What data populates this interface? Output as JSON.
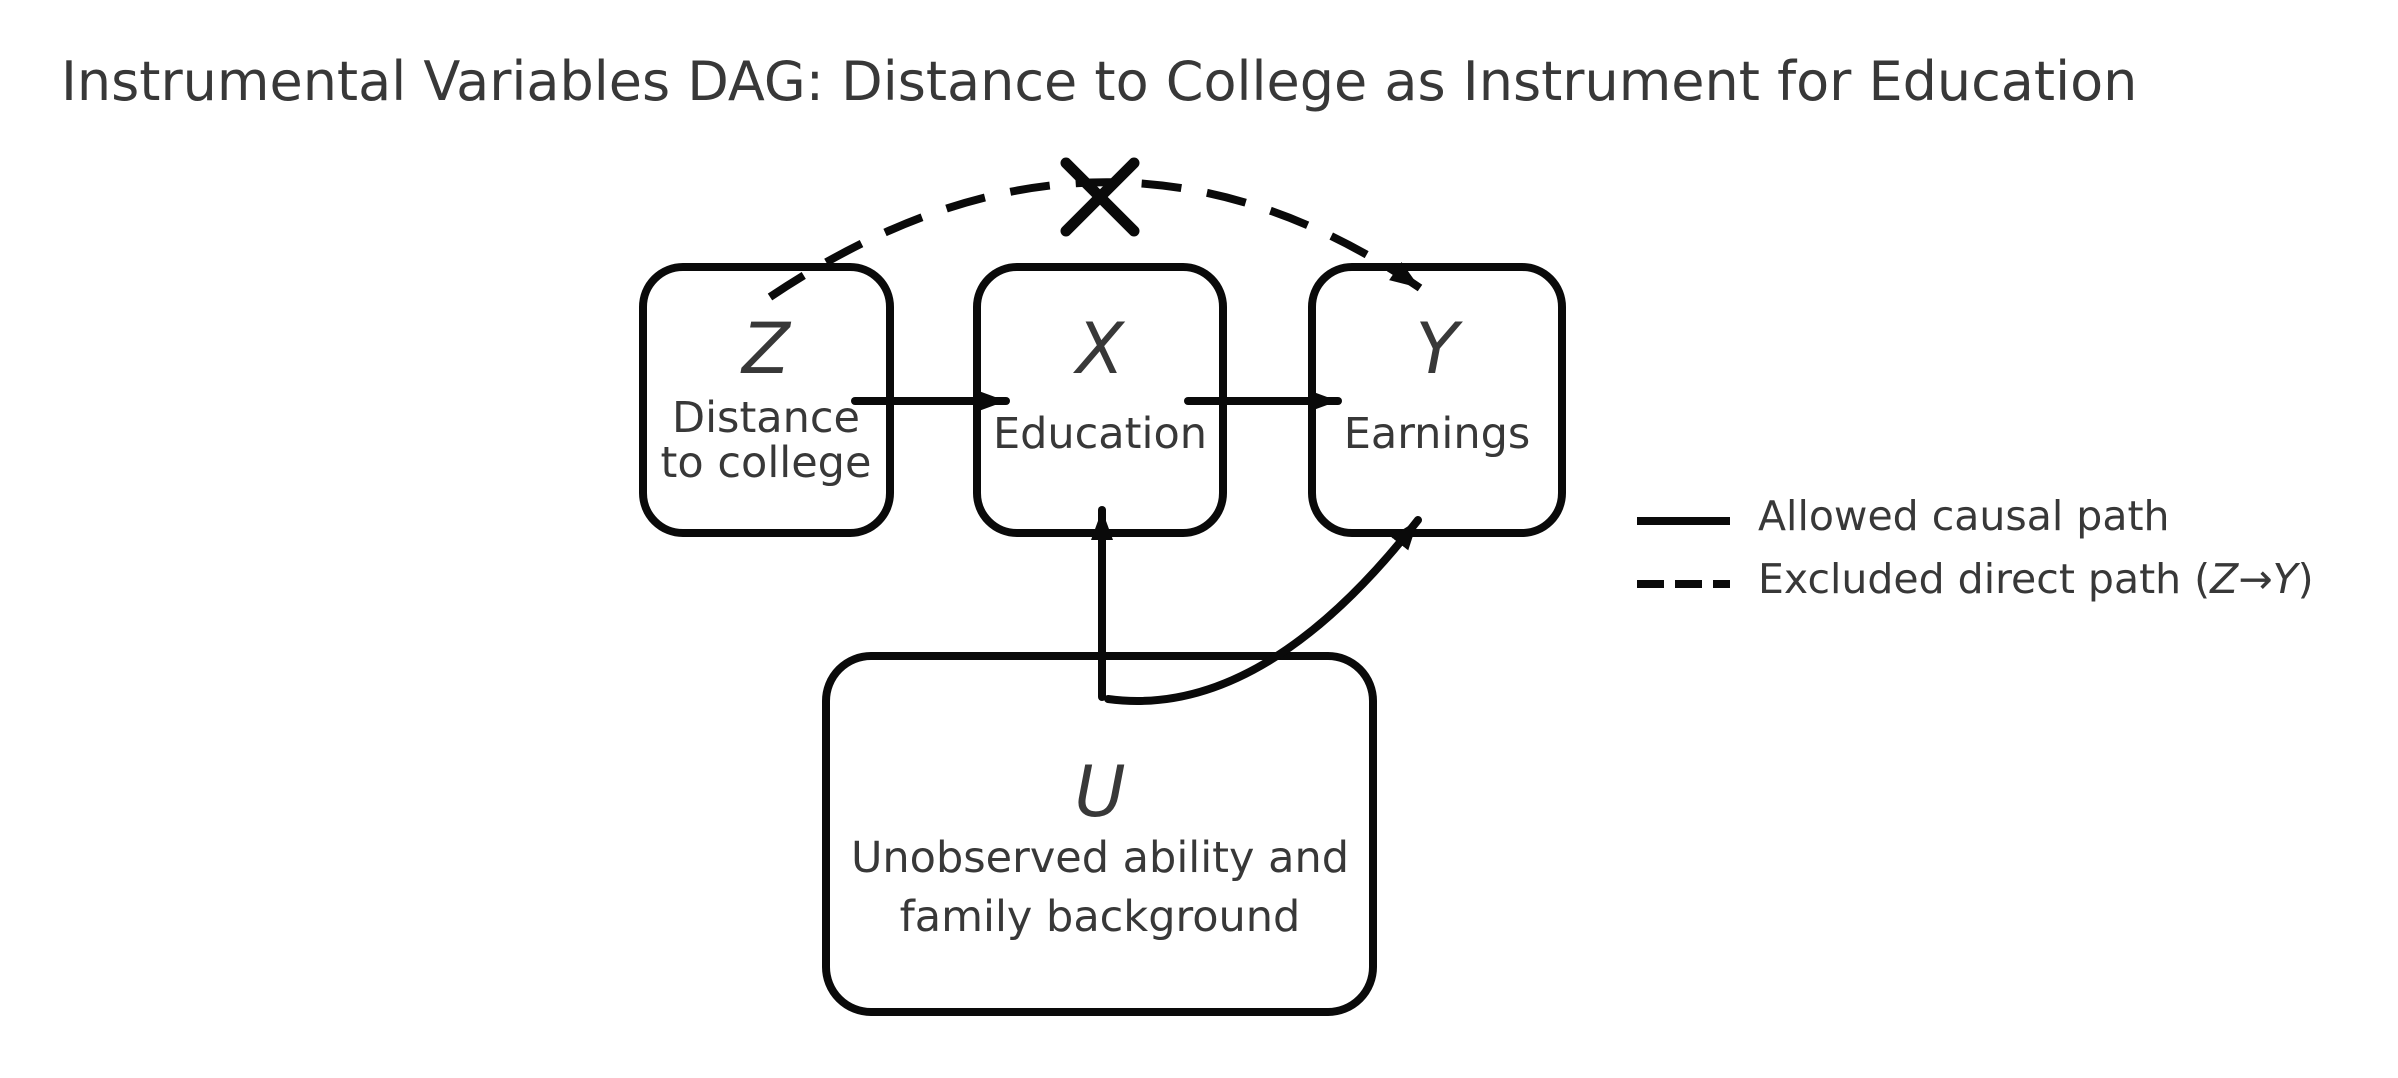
{
  "figure": {
    "title": "Instrumental Variables DAG: Distance to College as Instrument for Education",
    "background": "#ffffff"
  },
  "nodes": {
    "z": {
      "symbol": "Z",
      "line1": "Distance",
      "line2": "to college"
    },
    "x": {
      "symbol": "X",
      "line1": "Education"
    },
    "y": {
      "symbol": "Y",
      "line1": "Earnings"
    },
    "u": {
      "symbol": "U",
      "line1": "Unobserved ability and",
      "line2": "family background"
    }
  },
  "edges": [
    {
      "from": "Z",
      "to": "X",
      "style": "solid"
    },
    {
      "from": "X",
      "to": "Y",
      "style": "solid"
    },
    {
      "from": "U",
      "to": "X",
      "style": "solid"
    },
    {
      "from": "U",
      "to": "Y",
      "style": "solid"
    },
    {
      "from": "Z",
      "to": "Y",
      "style": "dashed-excluded"
    }
  ],
  "legend": {
    "allowed": "Allowed causal path",
    "excluded_prefix": "Excluded direct path (",
    "excluded_vars": "Z→Y",
    "excluded_suffix": ")"
  },
  "colors": {
    "line": "#0a0a0a",
    "text": "#383838"
  }
}
